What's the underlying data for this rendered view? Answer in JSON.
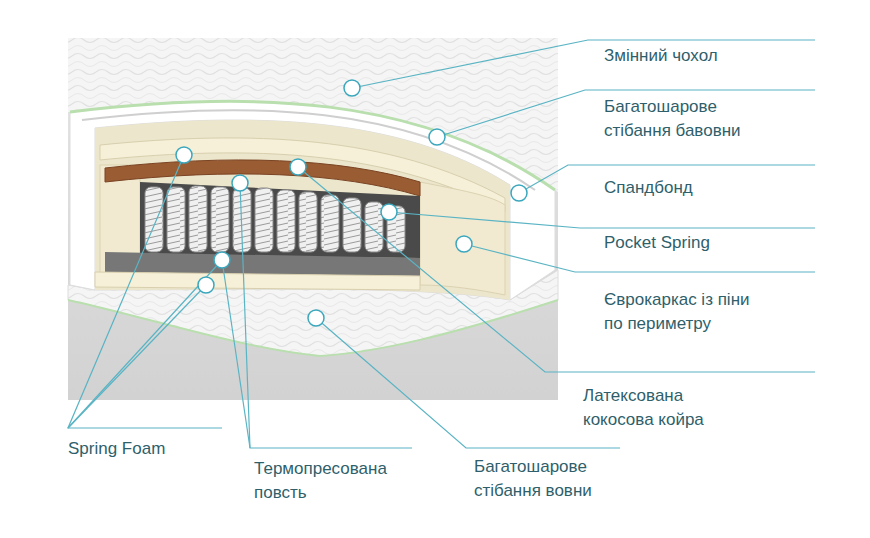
{
  "diagram": {
    "labels": [
      "Змінний чохол",
      "Багатошарове стібання бавовни",
      "Спандбонд",
      "Pocket Spring",
      "Єврокаркас із піни по периметру",
      "Латексована кокосова койра",
      "Spring Foam",
      "Термопресована повсть",
      "Багатошарове стібання вовни"
    ]
  }
}
